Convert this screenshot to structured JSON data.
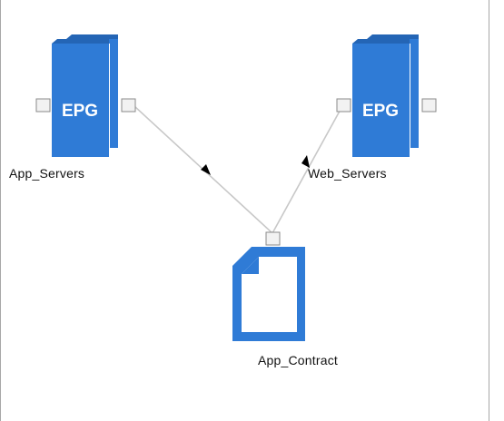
{
  "colors": {
    "node_fill": "#2f7bd6",
    "node_dark": "#2465b5",
    "line": "#c8c8c8",
    "arrow": "#000000",
    "port_fill": "#f2f2f2",
    "port_stroke": "#8a8a8a"
  },
  "nodes": [
    {
      "id": "app_servers",
      "kind": "epg",
      "icon_text": "EPG",
      "label": "App_Servers"
    },
    {
      "id": "web_servers",
      "kind": "epg",
      "icon_text": "EPG",
      "label": "Web_Servers"
    },
    {
      "id": "app_contract",
      "kind": "contract",
      "icon": "document-icon",
      "label": "App_Contract"
    }
  ],
  "edges": [
    {
      "from": "App_Servers",
      "to": "App_Contract",
      "arrow": "toward-contract"
    },
    {
      "from": "App_Contract",
      "to": "Web_Servers",
      "arrow": "toward-web-servers"
    }
  ]
}
